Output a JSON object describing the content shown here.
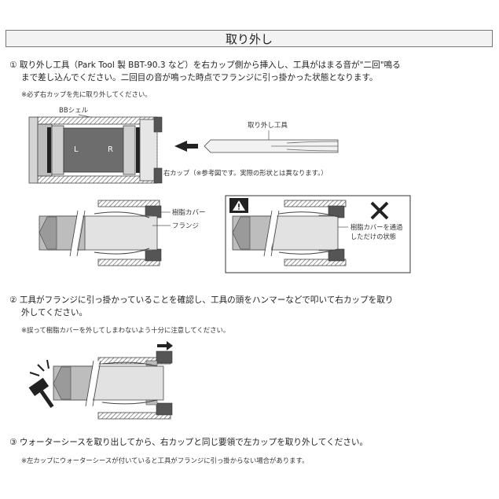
{
  "page_title": "取り外し",
  "steps": [
    {
      "line1": "① 取り外し工具（Park Tool 製 BBT-90.3 など）を右カップ側から挿入し、工具がはまる音が\"二回\"鳴る",
      "line2": "まで差し込んでください。二回目の音が鳴った時点でフランジに引っ掛かった状態となります。",
      "note": "※必ず右カップを先に取り外してください。"
    },
    {
      "line1": "② 工具がフランジに引っ掛かっていることを確認し、工具の頭をハンマーなどで叩いて右カップを取り",
      "line2": "外してください。",
      "note": "※誤って樹脂カバーを外してしまわないよう十分に注意してください。"
    },
    {
      "line1": "③ ウォーターシースを取り出してから、右カップと同じ要領で左カップを取り外してください。",
      "note": "※左カップにウォーターシースが付いていると工具がフランジに引っ掛からない場合があります。"
    }
  ],
  "figure1": {
    "bb_shell_label": "BBシェル",
    "left_label": "L",
    "right_label": "R",
    "tool_label": "取り外し工具",
    "right_cup_label": "右カップ（※参考図です。実際の形状とは異なります。）"
  },
  "figure2": {
    "resin_cover_label": "樹脂カバー",
    "flange_label": "フランジ",
    "warning_icon": "warning-icon",
    "wrong_mark": "cross-mark-icon",
    "wrong_line1": "樹脂カバーを通過",
    "wrong_line2": "しただけの状態"
  },
  "figure3": {
    "hammer_icon": "hammer-icon"
  }
}
